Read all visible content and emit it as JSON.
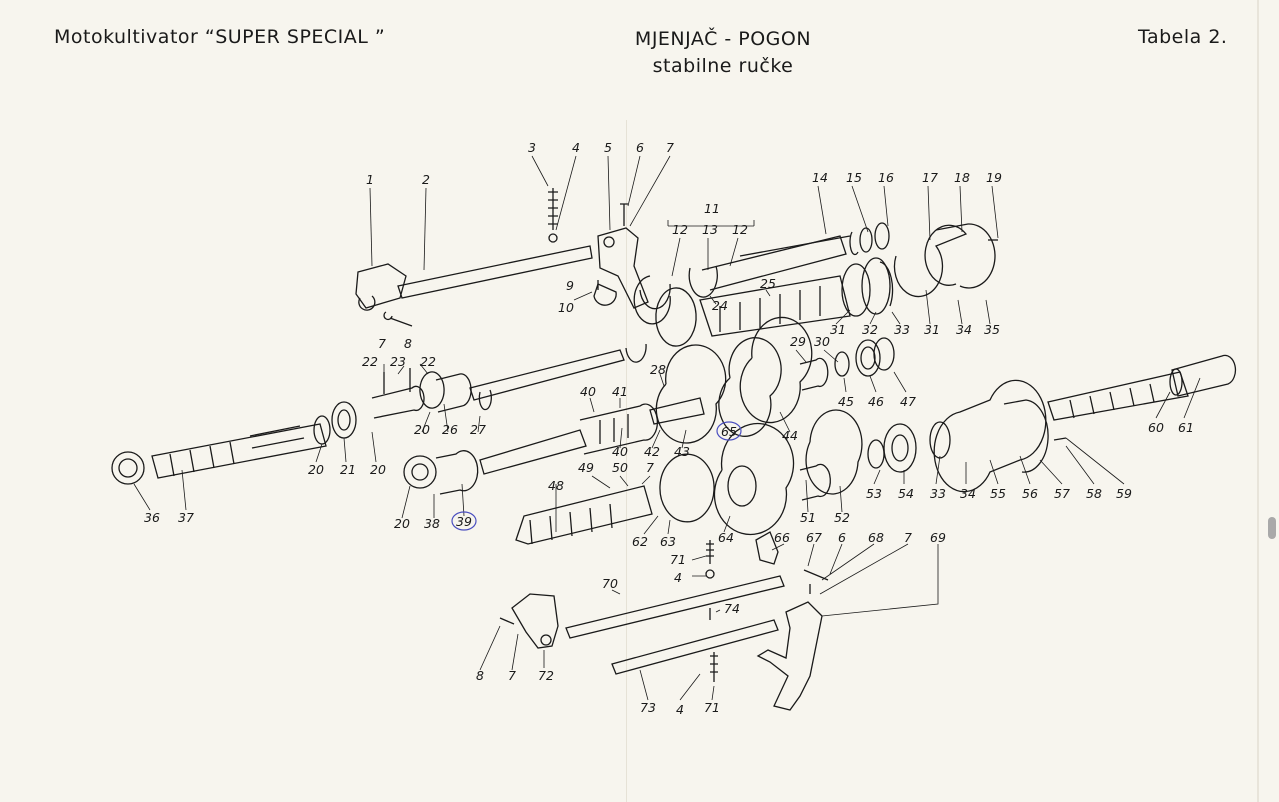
{
  "header": {
    "left": "Motokultivator  “SUPER  SPECIAL ”",
    "center_line1": "MJENJAČ - POGON",
    "center_line2": "stabilne ručke",
    "right": "Tabela 2."
  },
  "diagram": {
    "group_label": "11",
    "circled_parts": [
      "65",
      "39"
    ],
    "part_numbers": [
      "1",
      "2",
      "3",
      "4",
      "5",
      "6",
      "7",
      "8",
      "9",
      "10",
      "12",
      "13",
      "14",
      "15",
      "16",
      "17",
      "18",
      "19",
      "20",
      "21",
      "22",
      "23",
      "24",
      "25",
      "26",
      "27",
      "28",
      "29",
      "30",
      "31",
      "32",
      "33",
      "34",
      "35",
      "36",
      "37",
      "38",
      "39",
      "40",
      "41",
      "42",
      "43",
      "44",
      "45",
      "46",
      "47",
      "48",
      "49",
      "50",
      "51",
      "52",
      "53",
      "54",
      "55",
      "56",
      "57",
      "58",
      "59",
      "60",
      "61",
      "62",
      "63",
      "64",
      "65",
      "66",
      "67",
      "68",
      "69",
      "70",
      "71",
      "72",
      "73",
      "74"
    ]
  },
  "colors": {
    "paper": "#f7f5ee",
    "ink": "#1a1a1a",
    "pen_circle": "#4b4fc0"
  }
}
